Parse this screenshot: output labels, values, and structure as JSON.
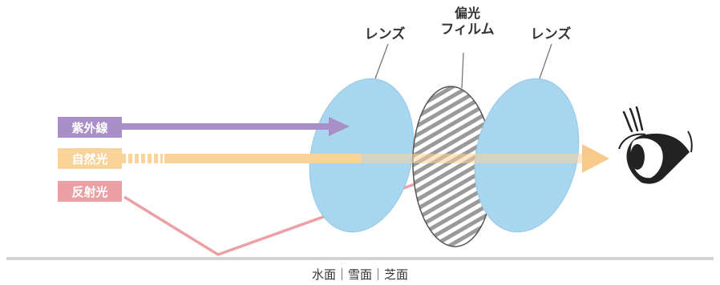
{
  "labels": {
    "lens_left": "レンズ",
    "polarizer_line1": "偏光",
    "polarizer_line2": "フィルム",
    "lens_right": "レンズ"
  },
  "rays": {
    "uv": "紫外線",
    "natural": "自然光",
    "reflected": "反射光"
  },
  "ground_caption": "水面｜雪面｜芝面",
  "icons": {
    "eye": "eye-icon"
  },
  "colors": {
    "uv": "#a98fc8",
    "natural": "#f9d49a",
    "natural_arrow": "#f7c98a",
    "reflected": "#eba0a5",
    "lens": "#a8d6ef",
    "lens_stroke": "#8fc3e2",
    "filter_stripe": "#9a9a9a",
    "ground": "#cfcfcf",
    "text": "#333333"
  }
}
